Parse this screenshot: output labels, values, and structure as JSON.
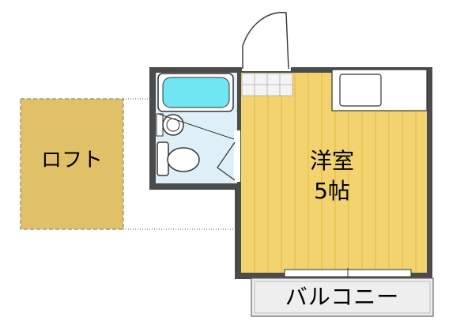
{
  "plan": {
    "loft_label": "ロフト",
    "room_name": "洋室",
    "room_size": "5帖",
    "balcony_label": "バルコニー"
  },
  "colors": {
    "floor": "#f2d36f",
    "floor_line": "#e3b93f",
    "loft": "#e0c168",
    "bath_tile": "#dfeff8",
    "bathtub_water": "#6fe6f1",
    "wall": "#4b4b4b",
    "balcony": "#eeeeee"
  }
}
